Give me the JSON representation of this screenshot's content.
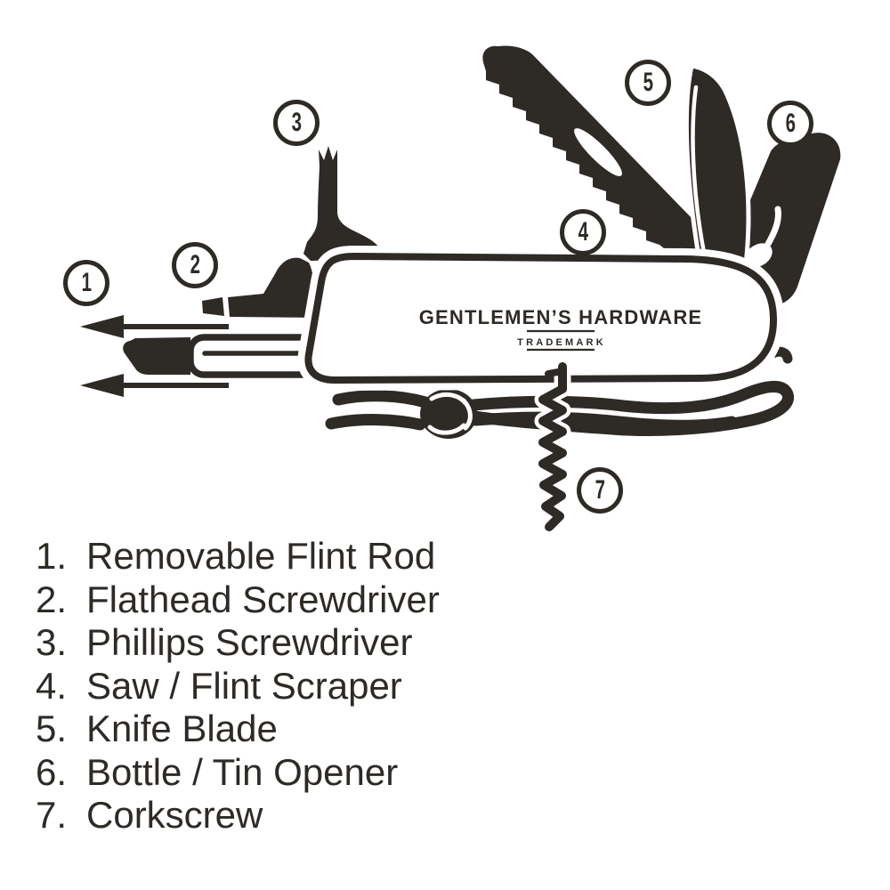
{
  "colors": {
    "ink": "#2e2a26",
    "background": "#ffffff"
  },
  "brand": {
    "name": "GENTLEMEN’S HARDWARE",
    "mark": "TRADEMARK"
  },
  "callouts": [
    {
      "num": "1"
    },
    {
      "num": "2"
    },
    {
      "num": "3"
    },
    {
      "num": "4"
    },
    {
      "num": "5"
    },
    {
      "num": "6"
    },
    {
      "num": "7"
    }
  ],
  "legend": {
    "items": [
      {
        "num": "1.",
        "label": "Removable Flint Rod"
      },
      {
        "num": "2.",
        "label": "Flathead Screwdriver"
      },
      {
        "num": "3.",
        "label": "Phillips Screwdriver"
      },
      {
        "num": "4.",
        "label": "Saw / Flint Scraper"
      },
      {
        "num": "5.",
        "label": "Knife Blade"
      },
      {
        "num": "6.",
        "label": "Bottle / Tin Opener"
      },
      {
        "num": "7.",
        "label": "Corkscrew"
      }
    ]
  }
}
